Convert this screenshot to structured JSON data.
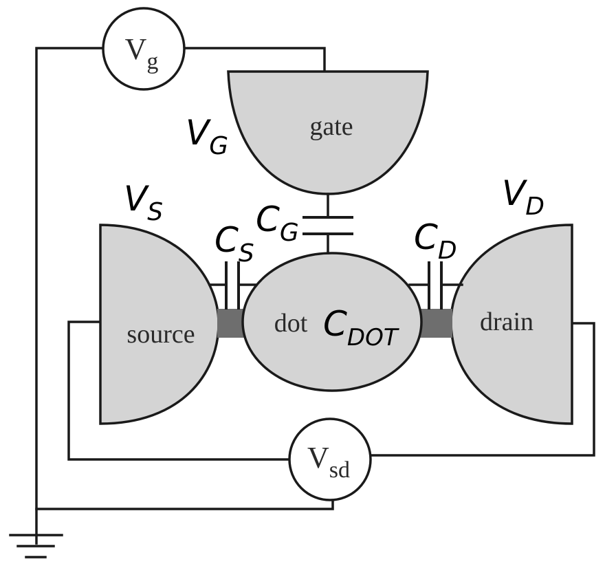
{
  "voltmeters": {
    "gate_meter": {
      "main": "V",
      "sub": "g"
    },
    "sd_meter": {
      "main": "V",
      "sub": "sd"
    }
  },
  "regions": {
    "gate": "gate",
    "source": "source",
    "drain": "drain",
    "dot": "dot"
  },
  "potentials": {
    "gate": {
      "main": "V",
      "sub": "G"
    },
    "source": {
      "main": "V",
      "sub": "S"
    },
    "drain": {
      "main": "V",
      "sub": "D"
    }
  },
  "capacitances": {
    "gate": {
      "main": "C",
      "sub": "G"
    },
    "source": {
      "main": "C",
      "sub": "S"
    },
    "drain": {
      "main": "C",
      "sub": "D"
    },
    "dot": {
      "main": "C",
      "sub": "DOT"
    }
  }
}
